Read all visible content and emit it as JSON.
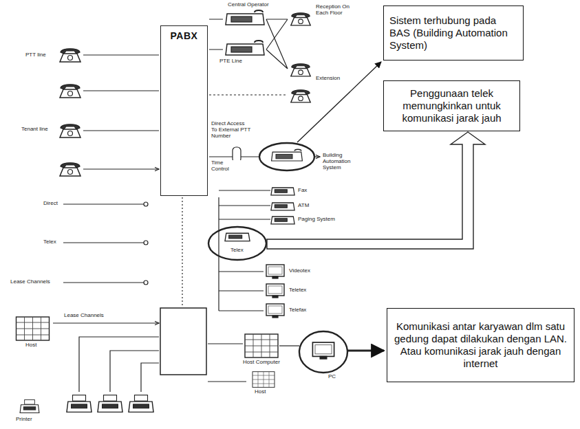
{
  "diagram": {
    "nodes": [
      {
        "text": [
          "PABX"
        ]
      },
      {
        "text": [
          "Sistem terhubung pada BAS (Building Automation System)"
        ]
      },
      {
        "text": [
          "Penggunaan telek memungkinkan untuk komunikasi jarak jauh"
        ]
      },
      {
        "text": [
          "Komunikasi antar karyawan dlm satu gedung dapat dilakukan dengan LAN. Atau komunikasi jarak jauh dengan internet"
        ]
      }
    ],
    "labels": [
      "PTT line",
      "Tenant line",
      "Direct",
      "Telex",
      "Lease Channels",
      "Central Operator",
      "PTE Line",
      "Reception On Each Floor",
      "Extension",
      "Direct Access To External PTT Number",
      "Time Control",
      "Building Automation System",
      "Fax",
      "ATM",
      "Paging System",
      "Telex",
      "Videotex",
      "Teletex",
      "Telefax",
      "Lease Channels",
      "Host",
      "Host Computer",
      "PC",
      "Host",
      "Printer"
    ]
  }
}
